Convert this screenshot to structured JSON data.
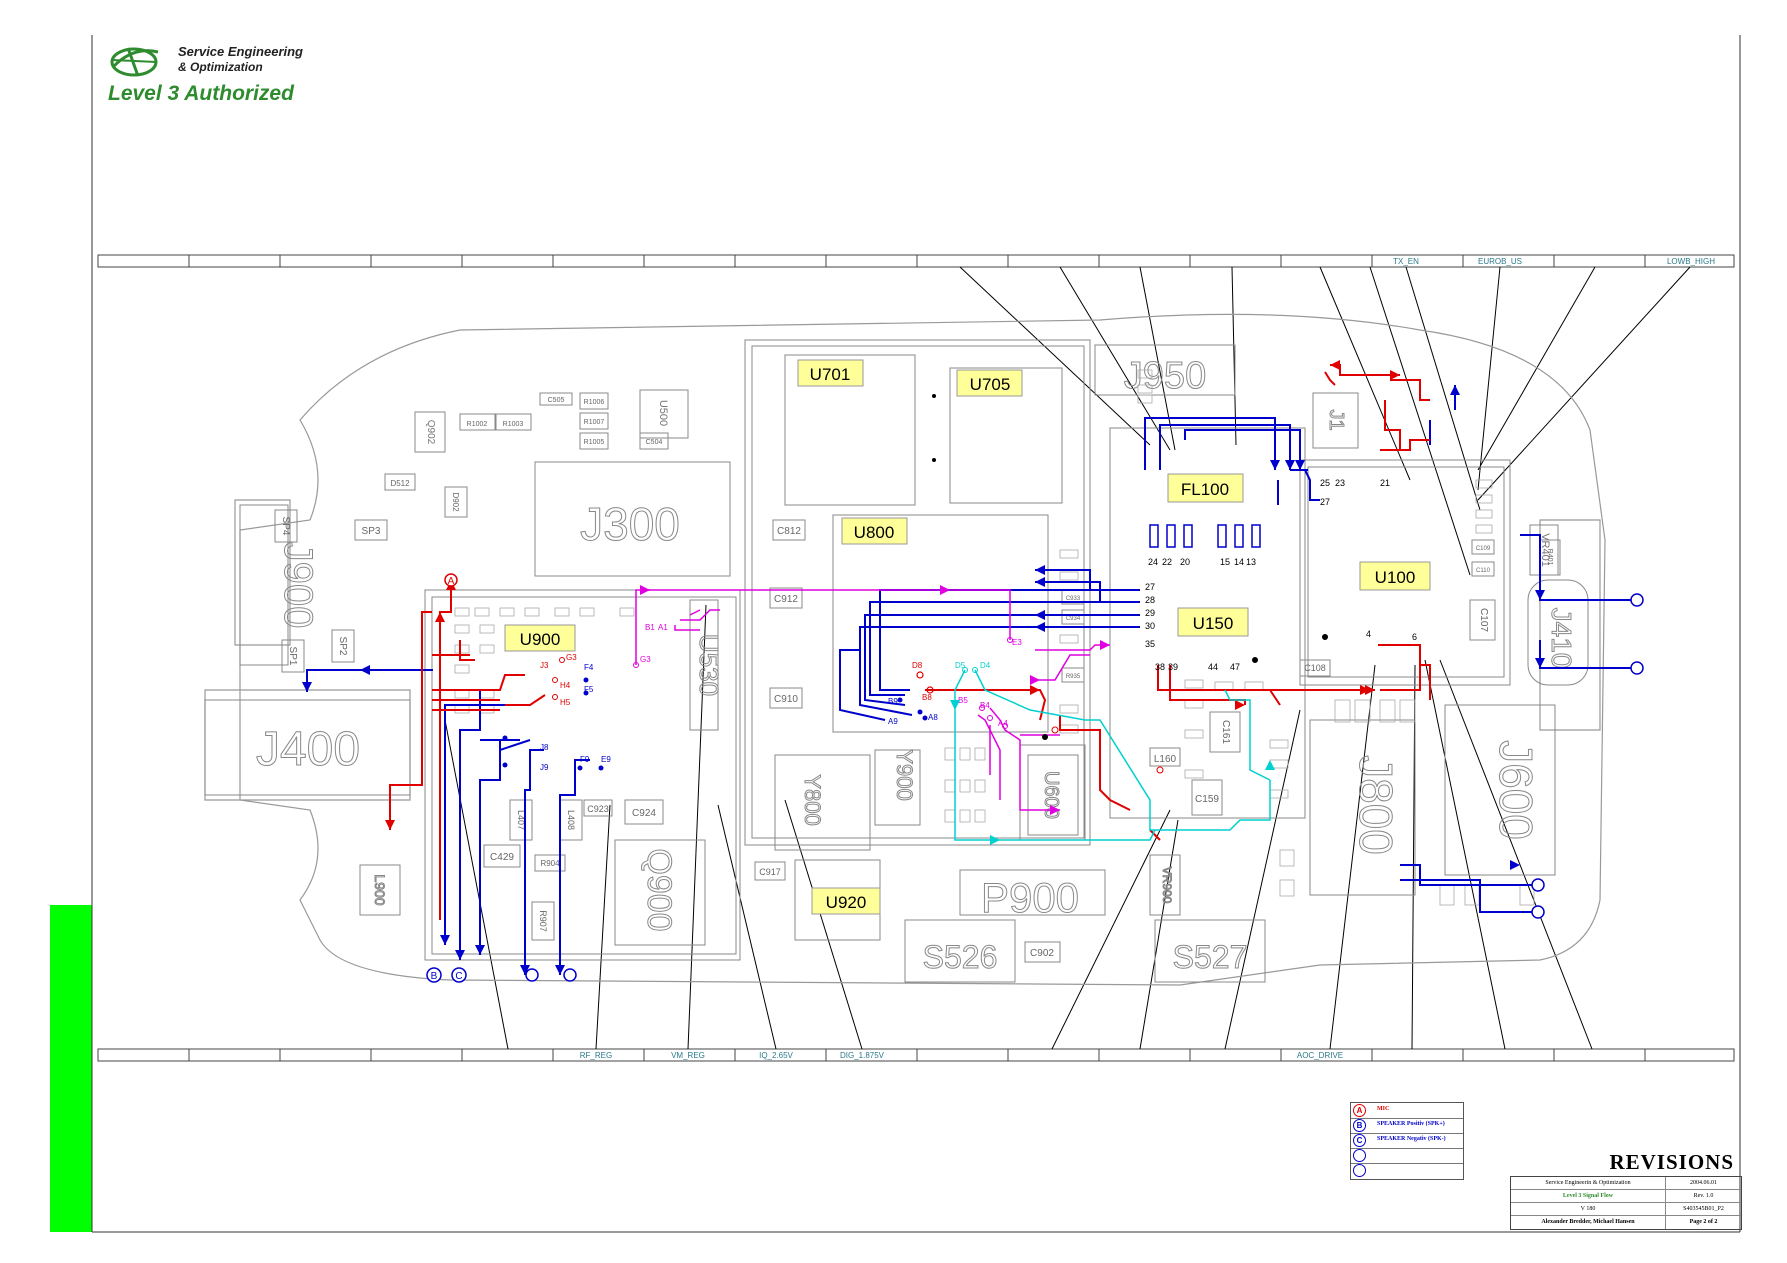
{
  "logo": {
    "line1": "Service Engineering",
    "line2": "& Optimization",
    "line3": "Level 3 Authorized"
  },
  "top_bar_labels": [
    "TX_EN",
    "EUROB_US",
    "LOWB_HIGH"
  ],
  "bottom_bar_labels": [
    "RF_REG",
    "VM_REG",
    "IQ_2.65V",
    "DIG_1.875V",
    "AOC_DRIVE"
  ],
  "components": {
    "major": [
      "U701",
      "U705",
      "U800",
      "FL100",
      "U150",
      "U100",
      "U900",
      "U920"
    ],
    "outline": [
      "J300",
      "J900",
      "J400",
      "J950",
      "J600",
      "J800",
      "J410",
      "P900",
      "S526",
      "S527",
      "Q900",
      "Y800",
      "Y900",
      "L900",
      "U600",
      "U530",
      "VR900",
      "VR401",
      "Q902",
      "U500",
      "J1",
      "L160",
      "C161",
      "C159",
      "C107"
    ],
    "small": [
      "SP4",
      "SP3",
      "SP2",
      "SP1",
      "R1002",
      "R1003",
      "R1006",
      "R1007",
      "R1005",
      "C504",
      "C505",
      "D512",
      "D902",
      "C812",
      "C912",
      "C910",
      "C917",
      "C902",
      "C924",
      "C923",
      "C429",
      "R904",
      "L407",
      "L408",
      "R907",
      "C108",
      "C109",
      "C110",
      "R401",
      "R935",
      "C933",
      "C934"
    ]
  },
  "pin_numbers": {
    "fl100_top": [
      "25",
      "23",
      "21",
      "27"
    ],
    "fl100_bottom": [
      "24",
      "22",
      "20",
      "15",
      "14",
      "13"
    ],
    "u150": [
      "27",
      "28",
      "29",
      "30",
      "35",
      "38",
      "39",
      "44",
      "47"
    ],
    "u100": [
      "4",
      "6"
    ]
  },
  "test_points": {
    "red": [
      "D8",
      "B8",
      "G3",
      "H4",
      "H5",
      "A",
      "J3"
    ],
    "blue": [
      "B9",
      "A9",
      "A8",
      "F4",
      "F5",
      "J8",
      "J9",
      "F9",
      "E9"
    ],
    "magenta": [
      "E3",
      "G3",
      "B1",
      "A1",
      "B5",
      "B4",
      "A4"
    ],
    "cyan": [
      "D5",
      "D4"
    ]
  },
  "connector_circles": [
    "B",
    "C"
  ],
  "legend": [
    {
      "symbol": "A",
      "text": "MIC",
      "color": "#e00000"
    },
    {
      "symbol": "B",
      "text": "SPEAKER Positiv (SPK+)",
      "color": "#0000cc"
    },
    {
      "symbol": "C",
      "text": "SPEAKER Negativ (SPK-)",
      "color": "#0000cc"
    },
    {
      "symbol": "",
      "text": "",
      "color": "#0000cc"
    },
    {
      "symbol": "",
      "text": "",
      "color": "#0000cc"
    }
  ],
  "revisions": {
    "title": "REVISIONS",
    "company": "Service Engineerin & Optimization",
    "date": "2004.06.01",
    "doc_title": "Level 3 Signal Flow",
    "rev": "Rev. 1.0",
    "model": "V 180",
    "doc_id": "S403545B01_P2",
    "authors": "Alexander Bredder, Michael Hansen",
    "page": "Page 2 of 2"
  },
  "colors": {
    "mic_red": "#e00000",
    "speaker_blue": "#0000cc",
    "magenta": "#e000e0",
    "cyan": "#00d0d0",
    "label_yellow": "#ffff99",
    "bar_text_teal": "#2a7a8a",
    "green_bar": "#00ff00"
  }
}
